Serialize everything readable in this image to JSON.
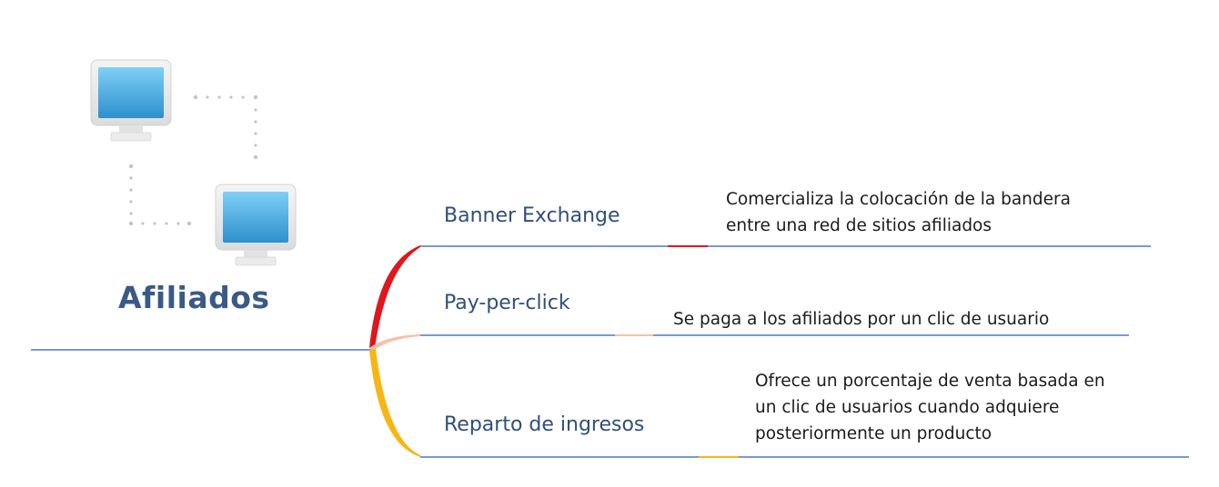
{
  "root": {
    "title": "Afiliados"
  },
  "branches": [
    {
      "label": "Banner Exchange",
      "color": "#e0161c",
      "description": [
        "Comercializa la colocación de la bandera",
        "entre una red de sitios afiliados"
      ]
    },
    {
      "label": "Pay-per-click",
      "color": "#f3c2a8",
      "description": [
        "Se paga a los afiliados por un clic de usuario"
      ]
    },
    {
      "label": "Reparto de ingresos",
      "color": "#f7b614",
      "description": [
        "Ofrece un porcentaje de venta basada en",
        "un clic de usuarios cuando adquiere",
        "posteriormente un producto"
      ]
    }
  ],
  "colors": {
    "line": "#4a78c5",
    "title": "#3a5a86",
    "monitor_screen": "#3aa3dd",
    "connector_dots": "#c4c4c4"
  },
  "icons": [
    "computer-icon",
    "computer-icon"
  ]
}
